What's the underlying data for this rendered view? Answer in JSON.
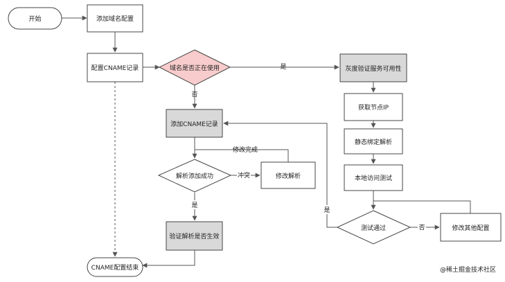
{
  "nodes": {
    "start": "开始",
    "add_domain": "添加域名配置",
    "config_cname": "配置CNAME记录",
    "domain_in_use": "域名是否正在使用",
    "gray_verify": "灰度验证服务可用性",
    "get_node_ip": "获取节点IP",
    "static_bind": "静态绑定解析",
    "local_test": "本地访问测试",
    "test_pass": "测试通过",
    "modify_other": "修改其他配置",
    "add_cname": "添加CNAME记录",
    "resolve_ok": "解析添加成功",
    "modify_resolve": "修改解析",
    "verify_effective": "验证解析是否生效",
    "cname_end": "CNAME配置结束"
  },
  "edge_labels": {
    "in_use_yes": "是",
    "in_use_no": "否",
    "modify_done": "修改完成",
    "conflict": "冲突",
    "resolve_yes": "是",
    "test_yes": "是",
    "test_no": "否"
  },
  "colors": {
    "diamond_highlight": "#f8cccc",
    "box_shaded": "#d9d9d9",
    "box_plain": "#ffffff",
    "line": "#555555"
  },
  "watermark": "@稀土掘金技术社区"
}
